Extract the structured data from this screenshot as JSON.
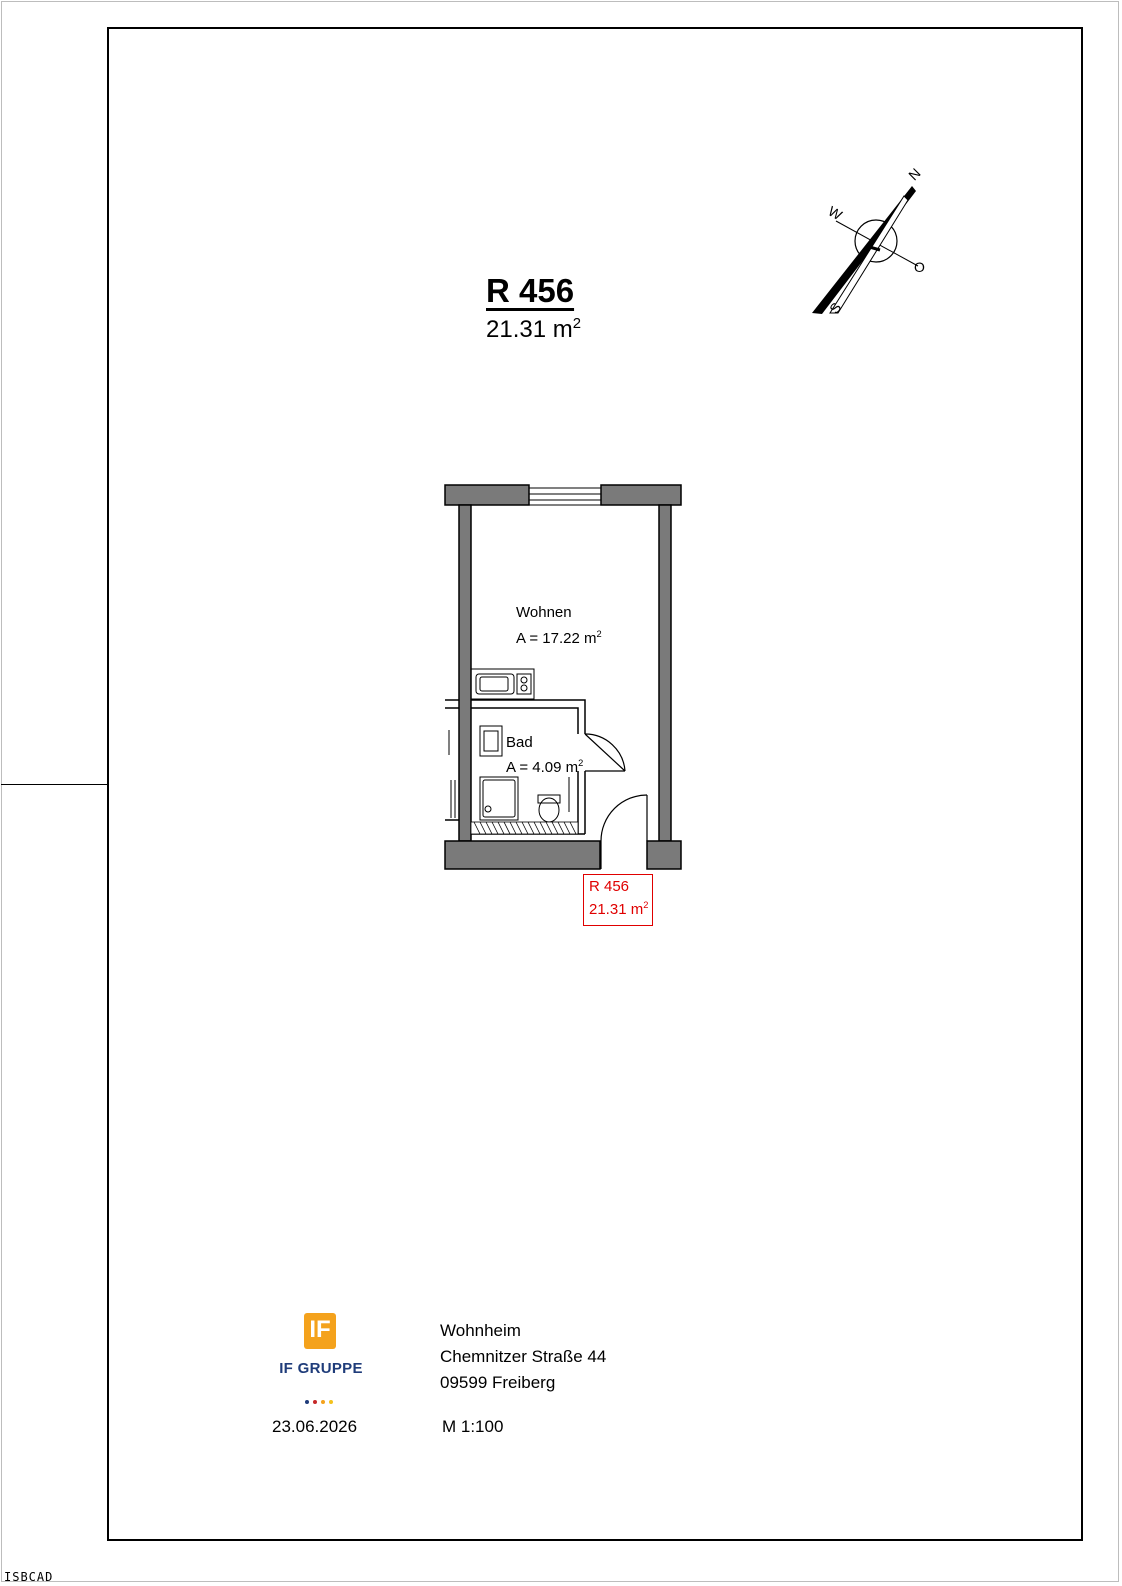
{
  "room": {
    "number": "R 456",
    "area_value": "21.31 m",
    "area_exp": "2"
  },
  "rooms": [
    {
      "name": "Wohnen",
      "area_value": "A = 17.22 m",
      "area_exp": "2"
    },
    {
      "name": "Bad",
      "area_value": "A = 4.09 m",
      "area_exp": "2"
    }
  ],
  "tag": {
    "number": "R 456",
    "area_value": "21.31 m",
    "area_exp": "2",
    "color": "#e00000"
  },
  "compass": {
    "north": "N",
    "east": "O",
    "south": "S",
    "west": "W"
  },
  "logo": {
    "glyph": "IF",
    "brand": "IF GRUPPE",
    "accent": "#f4a21c",
    "brand_color": "#1f3c7a"
  },
  "footer": {
    "building": "Wohnheim",
    "street": "Chemnitzer Straße 44",
    "city": "09599 Freiberg",
    "date": "23.06.2026",
    "scale": "M 1:100"
  },
  "software": "ISBCAD",
  "colors": {
    "wall": "#7a7a7a",
    "line": "#000000"
  }
}
